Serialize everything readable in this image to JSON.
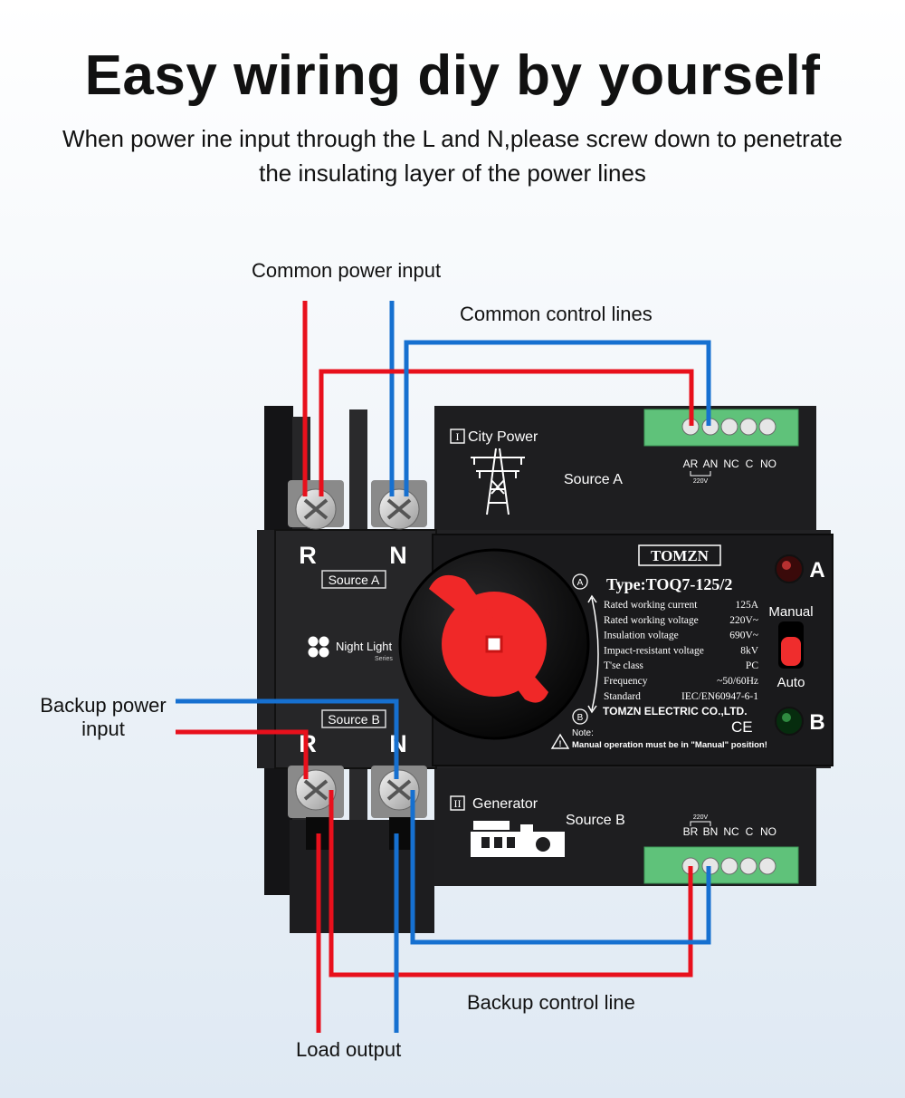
{
  "title": "Easy wiring diy by yourself",
  "subtitle": "When power ine input through the L and N,please screw down to penetrate the insulating layer of the power lines",
  "callouts": {
    "common_power_input": "Common power input",
    "common_control_lines": "Common control lines",
    "backup_power_input_1": "Backup power",
    "backup_power_input_2": "input",
    "backup_control_line": "Backup control line",
    "load_output": "Load output"
  },
  "device": {
    "terminal_r": "R",
    "terminal_n": "N",
    "source_a_tag": "Source A",
    "source_b_tag": "Source B",
    "brand_logo": "Night Light",
    "brand_series": "Series",
    "city_power_num": "I",
    "city_power": "City Power",
    "source_a": "Source A",
    "generator_num": "II",
    "generator": "Generator",
    "source_b": "Source B",
    "terminal_top": [
      "AR",
      "AN",
      "NC",
      "C",
      "NO"
    ],
    "terminal_bottom": [
      "BR",
      "BN",
      "NC",
      "C",
      "NO"
    ],
    "voltage_tag": "220V",
    "tomzn": "TOMZN",
    "type": "Type:TOQ7-125/2",
    "position_a": "A",
    "position_b": "B",
    "indicator_a": "A",
    "indicator_b": "B",
    "manual": "Manual",
    "auto": "Auto",
    "specs": [
      {
        "label": "Rated working current",
        "value": "125A"
      },
      {
        "label": "Rated working voltage",
        "value": "220V~"
      },
      {
        "label": "Insulation voltage",
        "value": "690V~"
      },
      {
        "label": "Impact-resistant voltage",
        "value": "8kV"
      },
      {
        "label": "T'se class",
        "value": "PC"
      },
      {
        "label": "Frequency",
        "value": "~50/60Hz"
      },
      {
        "label": "Standard",
        "value": "IEC/EN60947-6-1"
      }
    ],
    "company": "TOMZN ELECTRIC CO.,LTD.",
    "ce": "CE",
    "note": "Note:",
    "warning": "Manual operation must be in \"Manual\" position!"
  },
  "colors": {
    "live_wire": "#e8101c",
    "neutral_wire": "#1670d0",
    "body": "#1c1c1e",
    "handle": "#f02828",
    "terminal_green": "#5fc27a"
  }
}
